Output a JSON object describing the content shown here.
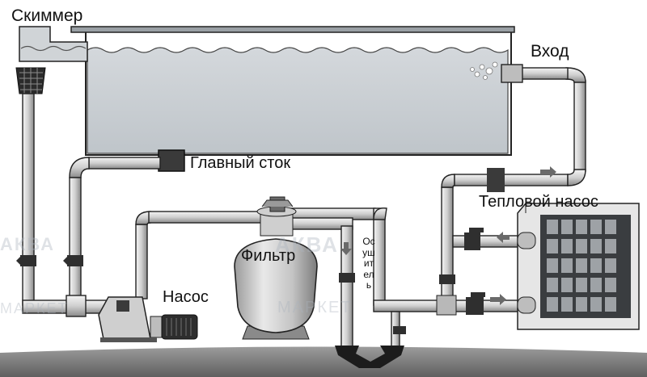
{
  "labels": {
    "skimmer": "Скиммер",
    "inlet": "Вход",
    "main_drain": "Главный сток",
    "heat_pump": "Тепловой насос",
    "filter": "Фильтр",
    "pump": "Насос",
    "dryer": "Осушитель"
  },
  "watermark": {
    "top": "АКВА",
    "bottom": "МАРКЕТ"
  },
  "colors": {
    "pool_water": "#c9ced3",
    "pipe_fill": "#d9d9d9",
    "pipe_stroke": "#222222",
    "ground": "#7d7d7d",
    "valve": "#444444",
    "arrow": "#6a6a6a",
    "heat_pump_panel": "#3a3d40"
  },
  "icons": [
    "skimmer-basket-icon",
    "main-drain-icon",
    "ball-valve-icon",
    "flow-arrow-icon",
    "pump-motor-icon",
    "sand-filter-icon",
    "heat-pump-fan-grid-icon",
    "sewer-drain-icon"
  ]
}
